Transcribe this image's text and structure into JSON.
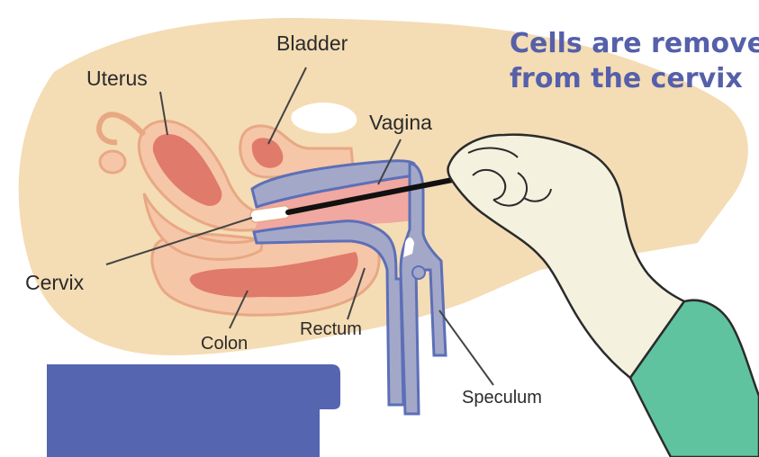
{
  "title": {
    "line1": "Cells are removed",
    "line2": "from the cervix"
  },
  "labels": {
    "uterus": "Uterus",
    "bladder": "Bladder",
    "vagina": "Vagina",
    "cervix": "Cervix",
    "colon": "Colon",
    "rectum": "Rectum",
    "speculum": "Speculum"
  },
  "colors": {
    "body": "#f4dcb4",
    "organ_outline": "#e8a884",
    "organ_fill": "#f6c6a8",
    "organ_inner": "#e07a6a",
    "vagina": "#f0a8a0",
    "speculum": "#a4a8c8",
    "speculum_outline": "#5c6fb8",
    "glove": "#f4f1de",
    "sleeve": "#5fc3a0",
    "table": "#5565b0",
    "title": "#5560aa"
  }
}
